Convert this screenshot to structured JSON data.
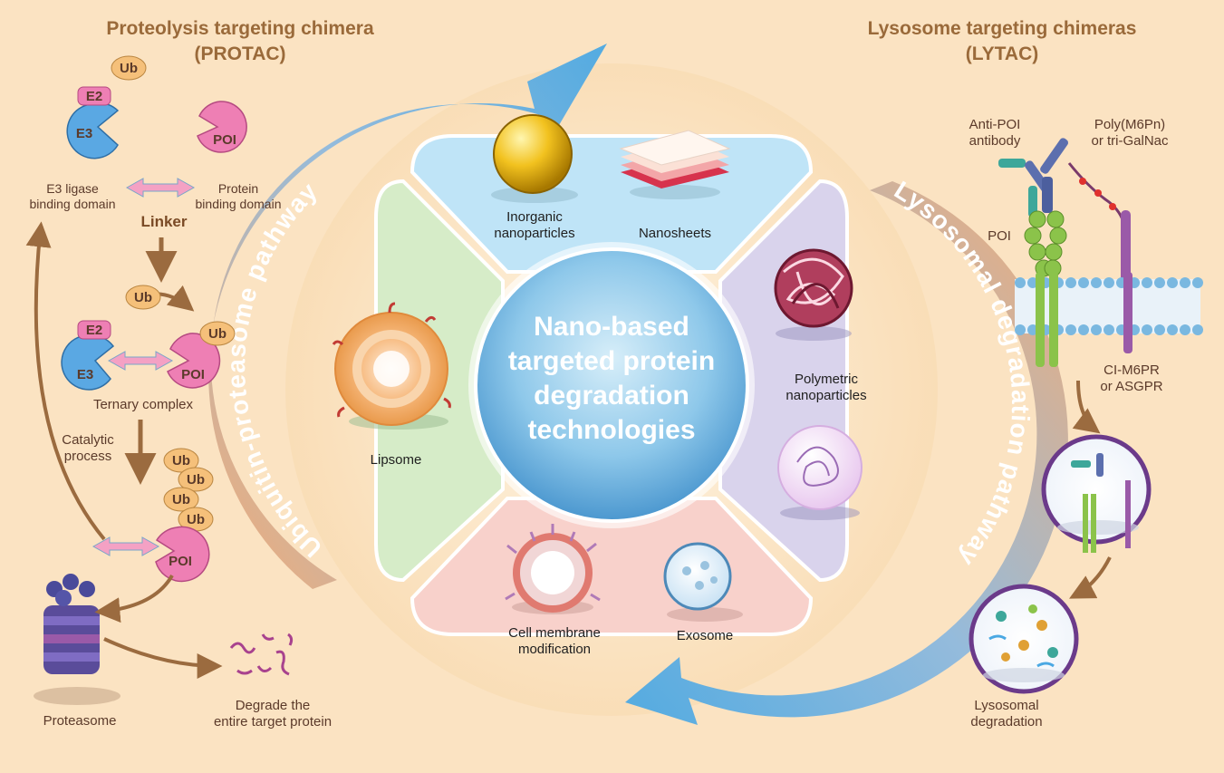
{
  "center": {
    "title_lines": [
      "Nano-based",
      "targeted protein",
      "degradation",
      "technologies"
    ]
  },
  "arcs": {
    "left": "Ubiquitin-proteasome pathway",
    "right": "Lysosomal degradation pathway"
  },
  "protac": {
    "title": "Proteolysis targeting chimera",
    "subtitle": "(PROTAC)",
    "ub": "Ub",
    "e2": "E2",
    "e3": "E3",
    "poi": "POI",
    "e3_binding_line1": "E3 ligase",
    "e3_binding_line2": "binding domain",
    "protein_binding_line1": "Protein",
    "protein_binding_line2": "binding domain",
    "linker": "Linker",
    "ternary": "Ternary complex",
    "catalytic_line1": "Catalytic",
    "catalytic_line2": "process",
    "proteasome": "Proteasome",
    "degrade_line1": "Degrade the",
    "degrade_line2": "entire target protein"
  },
  "lytac": {
    "title": "Lysosome targeting chimeras",
    "subtitle": "(LYTAC)",
    "anti_poi_line1": "Anti-POI",
    "anti_poi_line2": "antibody",
    "poly_line1": "Poly(M6Pn)",
    "poly_line2": "or tri-GalNac",
    "poi": "POI",
    "receptor_line1": "CI-M6PR",
    "receptor_line2": "or ASGPR",
    "lysosomal_line1": "Lysosomal",
    "lysosomal_line2": "degradation"
  },
  "nanocarriers": {
    "inorganic_line1": "Inorganic",
    "inorganic_line2": "nanoparticles",
    "nanosheets": "Nanosheets",
    "polymetric_line1": "Polymetric",
    "polymetric_line2": "nanoparticles",
    "lipsome": "Lipsome",
    "cell_membrane_line1": "Cell membrane",
    "cell_membrane_line2": "modification",
    "exosome": "Exosome"
  },
  "colors": {
    "background": "#fbe3c2",
    "accent_blue": "#5cb0e0",
    "accent_orange": "#f2a66a",
    "title_brown": "#9a6a3a",
    "poi_pink": "#ee7fb4",
    "e3_blue": "#5aa8e3",
    "ub_orange": "#f5c07a"
  }
}
